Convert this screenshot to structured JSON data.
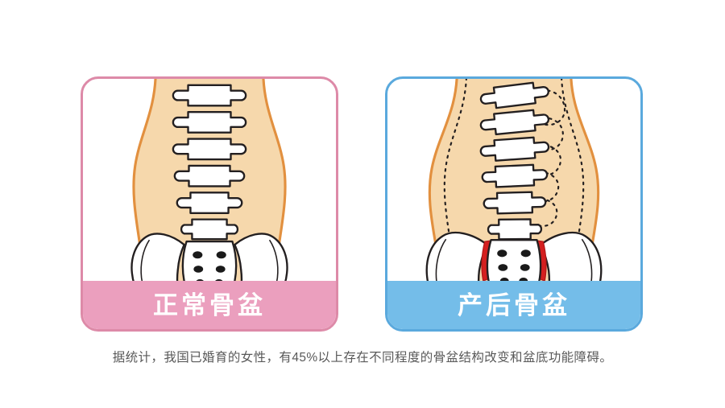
{
  "figure": {
    "caption": "据统计，我国已婚育的女性，有45%以上存在不同程度的骨盆结构改变和盆底功能障碍。",
    "background_color": "#FFFFFF"
  },
  "panels": [
    {
      "id": "normal-pelvis",
      "label": "正常骨盆",
      "border_color": "#DD8AA8",
      "banner_color": "#EB9FBE",
      "label_color": "#FFFFFF",
      "body_fill": "#F6D8AC",
      "body_outline": "#E2903F",
      "bone_fill": "#FFFFFF",
      "bone_outline": "#231F20",
      "foramen_color": "#1A1A1A",
      "vertebrae_count": 6,
      "sacral_foramina_count": 8,
      "highlight_color": null,
      "notes": "symmetric narrow waist, upright spine, closed pubic symphysis"
    },
    {
      "id": "postpartum-pelvis",
      "label": "产后骨盆",
      "border_color": "#5AA9DD",
      "banner_color": "#74BDE9",
      "label_color": "#FFFFFF",
      "body_fill": "#F6D8AC",
      "body_outline": "#E2903F",
      "bone_fill": "#FFFFFF",
      "bone_outline": "#231F20",
      "foramen_color": "#1A1A1A",
      "vertebrae_count": 6,
      "sacral_foramina_count": 8,
      "highlight_color": "#D41F1F",
      "ghost_outline_color": "#231F20",
      "notes": "widened hips with dotted ghost outline of original silhouette, laterally shifted spine, red sacroiliac wedges, red widened pubic symphysis block"
    }
  ]
}
